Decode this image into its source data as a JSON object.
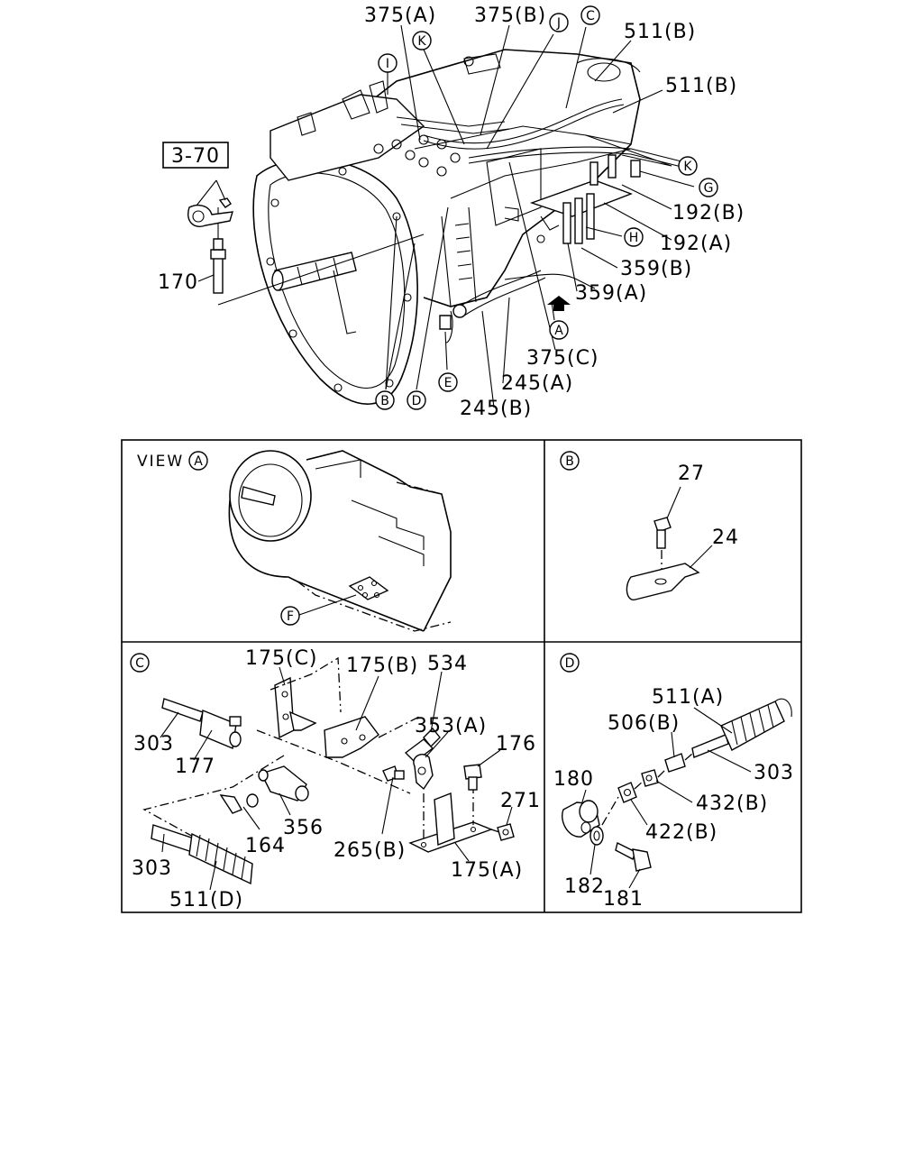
{
  "main": {
    "ref_box": "3-70",
    "part_labels": [
      "375(A)",
      "375(B)",
      "511(B)",
      "511(B)",
      "192(B)",
      "192(A)",
      "359(B)",
      "359(A)",
      "375(C)",
      "245(A)",
      "245(B)",
      "170"
    ],
    "circle_labels": [
      "J",
      "C",
      "K",
      "I",
      "K",
      "G",
      "H",
      "A",
      "E",
      "D",
      "B"
    ]
  },
  "panels": {
    "view_a": {
      "title": "VIEW",
      "title_circle": "A",
      "circle_labels": [
        "F"
      ]
    },
    "b": {
      "title_circle": "B",
      "part_labels": [
        "27",
        "24"
      ]
    },
    "c": {
      "title_circle": "C",
      "part_labels": [
        "175(C)",
        "175(B)",
        "534",
        "353(A)",
        "176",
        "303",
        "177",
        "356",
        "164",
        "265(B)",
        "271",
        "303",
        "511(D)",
        "175(A)"
      ]
    },
    "d": {
      "title_circle": "D",
      "part_labels": [
        "511(A)",
        "506(B)",
        "303",
        "180",
        "432(B)",
        "422(B)",
        "182",
        "181"
      ]
    }
  }
}
